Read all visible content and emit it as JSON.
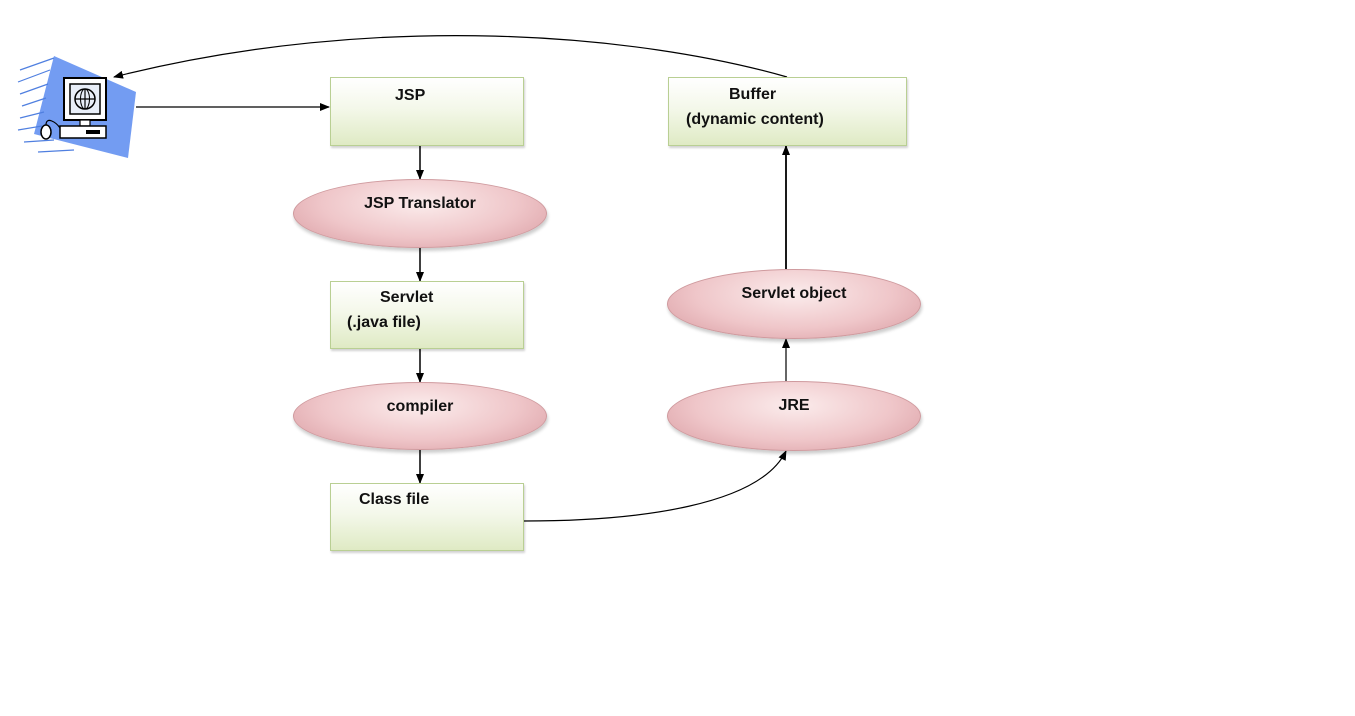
{
  "nodes": {
    "jsp": "JSP",
    "buffer_line1": "Buffer",
    "buffer_line2": "(dynamic content)",
    "jsp_translator": "JSP  Translator",
    "servlet_line1": "Servlet",
    "servlet_line2": "(.java file)",
    "compiler": "compiler",
    "class_file": "Class file",
    "servlet_object": "Servlet object",
    "jre": "JRE"
  },
  "colors": {
    "rect_border": "#b9cf93",
    "rect_fill": "#dfeac4",
    "ellipse_border": "#cf9a9e",
    "ellipse_fill": "#efc6c9",
    "client_icon": "#4f7fe0",
    "arrow": "#000000"
  },
  "icons": {
    "client": "computer-client-icon"
  }
}
